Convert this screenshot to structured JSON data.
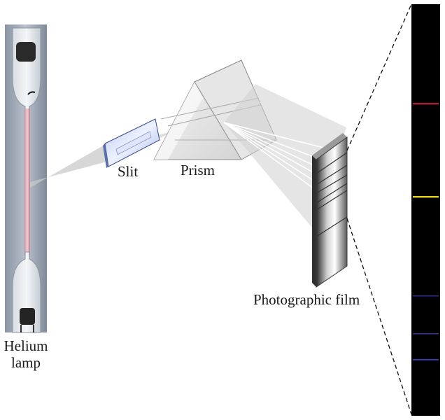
{
  "labels": {
    "lamp": "Helium lamp",
    "slit": "Slit",
    "prism": "Prism",
    "film": "Photographic film"
  },
  "colors": {
    "spectrum_background": "#000000",
    "lines": [
      "#b0203a",
      "#e6d21a",
      "#2a2f8c",
      "#33339a",
      "#3a3ab8"
    ]
  }
}
